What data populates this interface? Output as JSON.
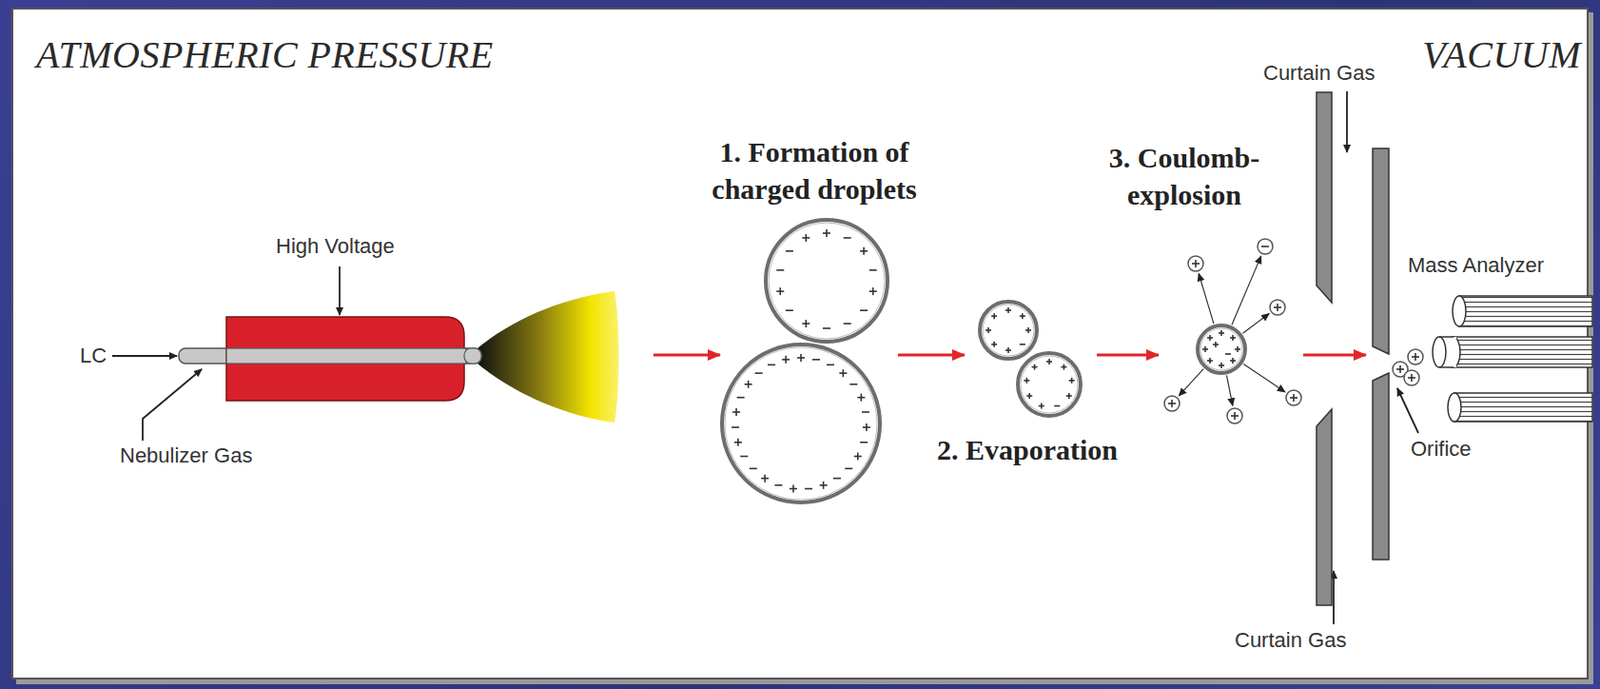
{
  "diagram": {
    "labels": [
      "ATMOSPHERIC PRESSURE",
      "VACUUM",
      "High Voltage",
      "LC",
      "Nebulizer Gas",
      "1. Formation of charged droplets",
      "2. Evaporation",
      "3. Coulomb- explosion",
      "Curtain Gas",
      "Mass Analyzer",
      "Orifice",
      "Curtain Gas"
    ]
  }
}
